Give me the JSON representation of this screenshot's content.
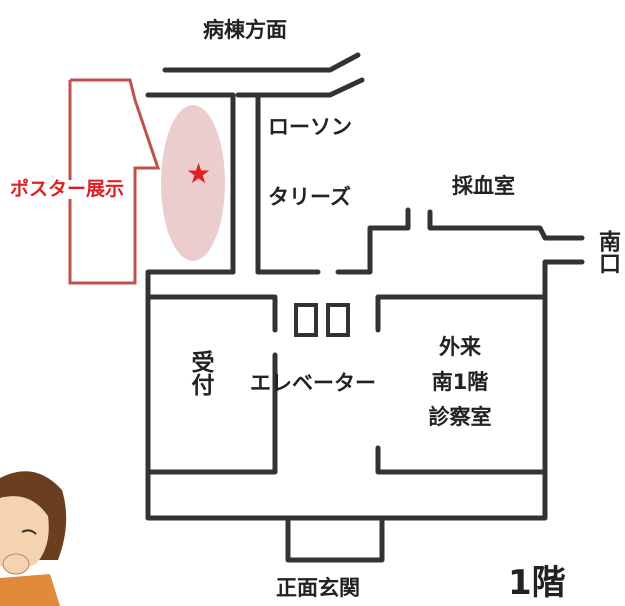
{
  "labels": {
    "ward_direction": "病棟方面",
    "lawson": "ローソン",
    "tullys": "タリーズ",
    "blood_collection": "採血室",
    "south_entrance": "南口",
    "reception": "受付",
    "elevator": "エレベーター",
    "outpatient_line1": "外来",
    "outpatient_line2": "南1階",
    "outpatient_line3": "診察室",
    "main_entrance": "正面玄関",
    "floor": "1階",
    "poster_exhibit": "ポスター展示"
  },
  "marker": {
    "symbol": "★"
  },
  "colors": {
    "wall": "#333333",
    "poster_box": "#c0504d",
    "poster_text": "#e02020",
    "poster_ellipse": "#e8c4c4",
    "star": "#e02020"
  }
}
